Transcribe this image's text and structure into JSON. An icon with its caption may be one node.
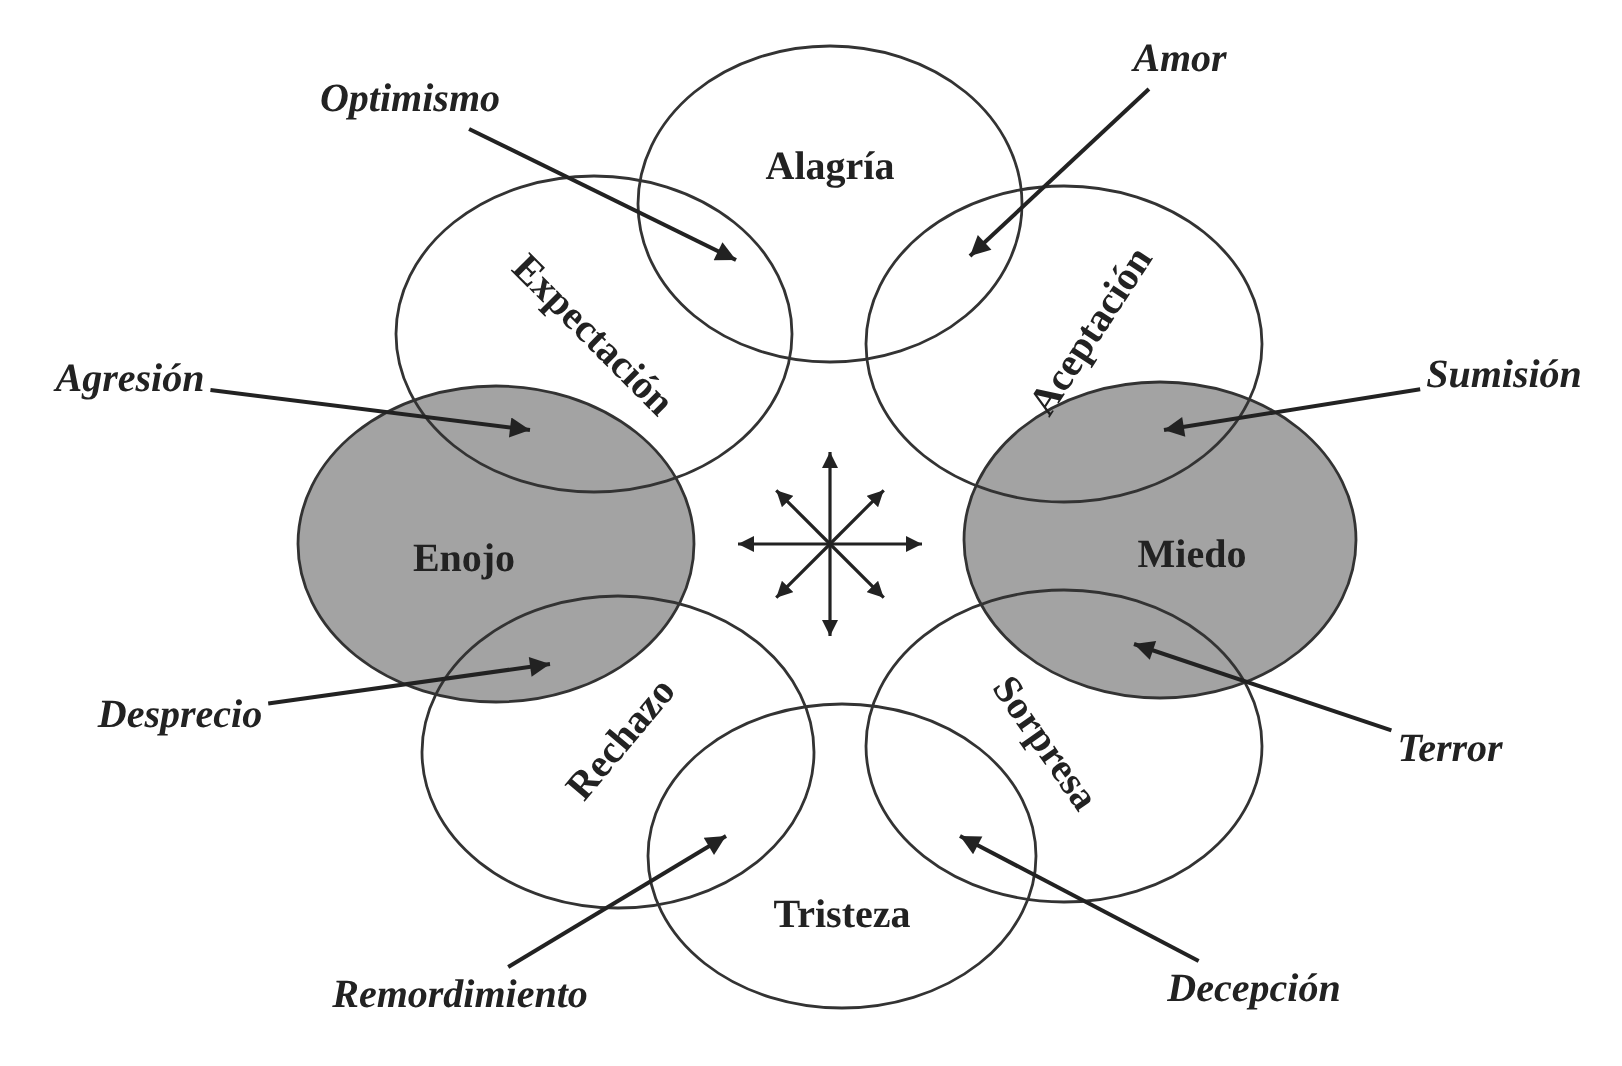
{
  "diagram": {
    "nodes": [
      {
        "text": [
          "Alagría"
        ]
      },
      {
        "text": [
          "Expectación"
        ]
      },
      {
        "text": [
          "Aceptación"
        ]
      },
      {
        "text": [
          "Enojo"
        ]
      },
      {
        "text": [
          "Miedo"
        ]
      },
      {
        "text": [
          "Rechazo"
        ]
      },
      {
        "text": [
          "Sorpresa"
        ]
      },
      {
        "text": [
          "Tristeza"
        ]
      },
      {
        "text": [
          "Optimismo"
        ]
      },
      {
        "text": [
          "Amor"
        ]
      },
      {
        "text": [
          "Agresión"
        ]
      },
      {
        "text": [
          "Sumisión"
        ]
      },
      {
        "text": [
          "Desprecio"
        ]
      },
      {
        "text": [
          "Terror"
        ]
      },
      {
        "text": [
          "Remordimiento"
        ]
      },
      {
        "text": [
          "Decepción"
        ]
      }
    ],
    "edges": [
      {
        "from": 8,
        "to": 0,
        "arrow": "to"
      },
      {
        "from": 8,
        "to": 1,
        "arrow": "to"
      },
      {
        "from": 9,
        "to": 0,
        "arrow": "to"
      },
      {
        "from": 9,
        "to": 2,
        "arrow": "to"
      },
      {
        "from": 10,
        "to": 1,
        "arrow": "to"
      },
      {
        "from": 10,
        "to": 3,
        "arrow": "to"
      },
      {
        "from": 11,
        "to": 2,
        "arrow": "to"
      },
      {
        "from": 11,
        "to": 4,
        "arrow": "to"
      },
      {
        "from": 12,
        "to": 3,
        "arrow": "to"
      },
      {
        "from": 12,
        "to": 5,
        "arrow": "to"
      },
      {
        "from": 13,
        "to": 4,
        "arrow": "to"
      },
      {
        "from": 13,
        "to": 6,
        "arrow": "to"
      },
      {
        "from": 14,
        "to": 5,
        "arrow": "to"
      },
      {
        "from": 14,
        "to": 7,
        "arrow": "to"
      },
      {
        "from": 15,
        "to": 6,
        "arrow": "to"
      },
      {
        "from": 15,
        "to": 7,
        "arrow": "to"
      }
    ]
  }
}
